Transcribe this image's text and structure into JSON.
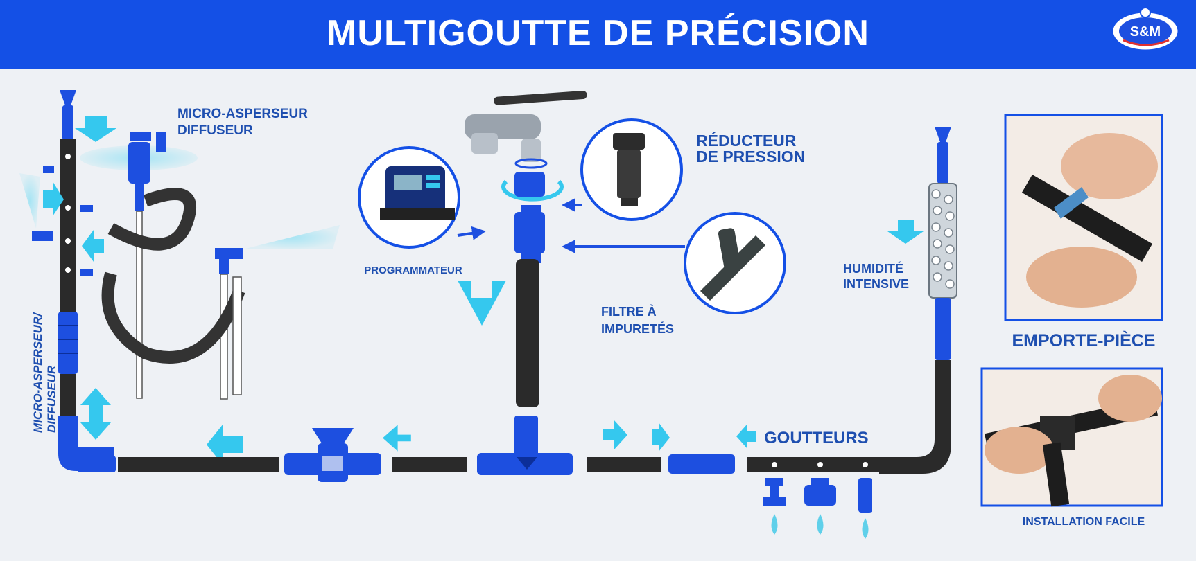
{
  "header": {
    "title": "MULTIGOUTTE DE PRÉCISION",
    "logo_text": "S&M"
  },
  "labels": {
    "micro_asperseur_diffuseur_top": [
      "MICRO-ASPERSEUR",
      "DIFFUSEUR"
    ],
    "micro_asperseur_diffuseur_side": [
      "MICRO-ASPERSEUR/",
      "DIFFUSEUR"
    ],
    "programmateur": "PROGRAMMATEUR",
    "reducteur": [
      "RÉDUCTEUR",
      "DE PRESSION"
    ],
    "filtre": [
      "FILTRE À",
      "IMPURETÉS"
    ],
    "humidite": [
      "HUMIDITÉ",
      "INTENSIVE"
    ],
    "goutteurs": "GOUTTEURS",
    "emporte_piece": "EMPORTE-PIÈCE",
    "installation_facile": "INSTALLATION FACILE"
  },
  "colors": {
    "header_bg": "#1450e6",
    "label_blue": "#1e4fb0",
    "fitting_blue": "#1d4fe0",
    "arrow_cyan": "#35c8ee",
    "pipe_black": "#2a2a2a",
    "background": "#eef1f5"
  }
}
